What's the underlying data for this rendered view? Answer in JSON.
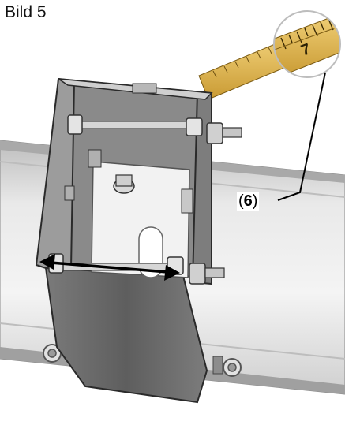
{
  "figure": {
    "title": "Bild 5",
    "callout_number": "6",
    "tape_tick_label": "7"
  },
  "icons": {
    "dimension_arrow": "double-headed-arrow-icon",
    "magnifier": "magnifier-circle-icon"
  },
  "colors": {
    "steel_dark": "#6e6e6e",
    "steel_light": "#d9d9d9",
    "tape_yellow": "#e8c25a",
    "outline": "#2a2a2a",
    "arrow": "#000000"
  }
}
